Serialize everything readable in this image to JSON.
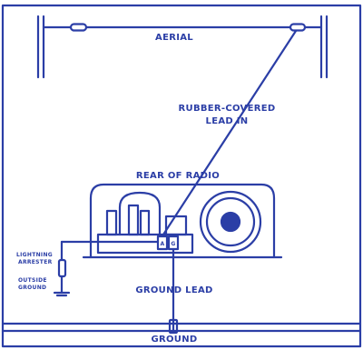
{
  "labels": {
    "aerial": "AERIAL",
    "rubber_covered": "RUBBER-COVERED",
    "lead_in": "LEAD IN",
    "rear_of_radio": "REAR OF RADIO",
    "lightning": "LIGHTNING",
    "arrester": "ARRESTER",
    "outside": "OUTSIDE",
    "ground_small": "GROUND",
    "ground_lead": "GROUND LEAD",
    "ground": "GROUND",
    "terminal_a": "A",
    "terminal_g": "G"
  },
  "colors": {
    "ink": "#2b3ea6",
    "paper": "#ffffff"
  }
}
